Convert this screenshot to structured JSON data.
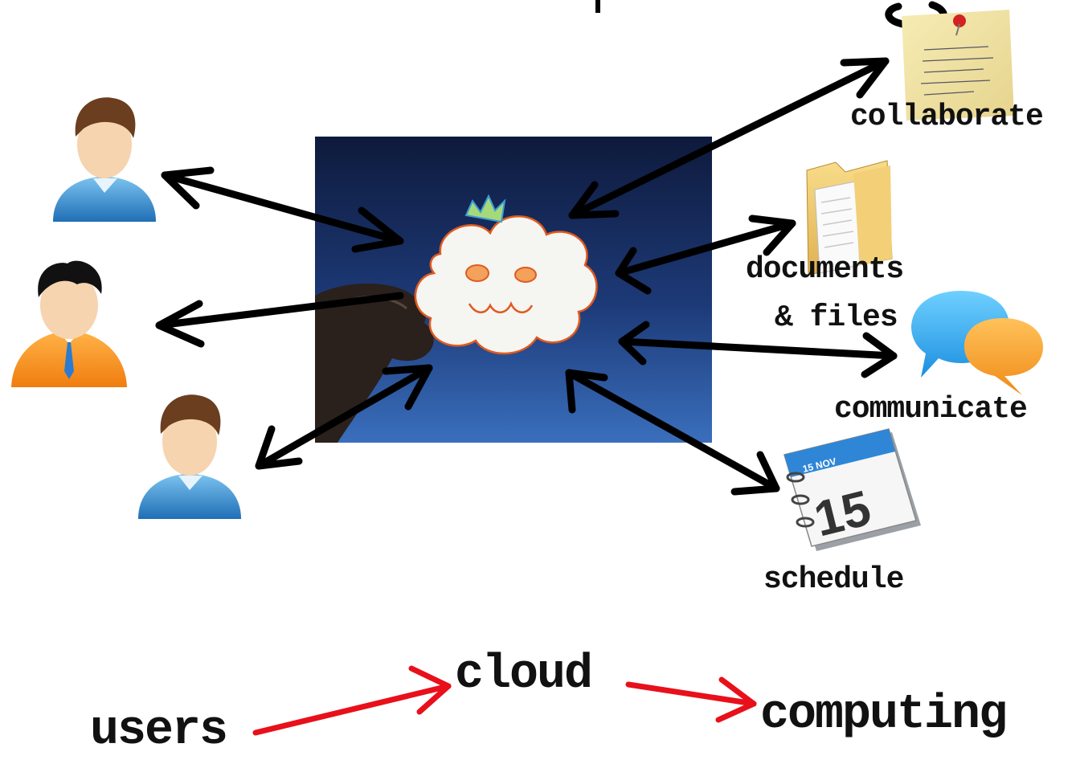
{
  "diagram": {
    "labels": {
      "collaborate": "collaborate",
      "documents_line1": "documents",
      "documents_line2": "& files",
      "communicate": "communicate",
      "schedule": "schedule"
    },
    "calendar": {
      "month_label": "15 NOV",
      "day": "15"
    },
    "flow": {
      "users": "users",
      "cloud": "cloud",
      "computing": "computing"
    },
    "colors": {
      "arrow_black": "#000000",
      "arrow_red": "#e8101a",
      "panel_top": "#0e1a3c",
      "panel_bottom": "#2f62ad"
    },
    "icons": {
      "users": [
        "user-icon",
        "user-tie-icon",
        "user-icon"
      ],
      "services": [
        "sticky-note-icon",
        "folder-icon",
        "speech-bubbles-icon",
        "calendar-icon"
      ],
      "center": "cloud-drawing-icon"
    }
  }
}
